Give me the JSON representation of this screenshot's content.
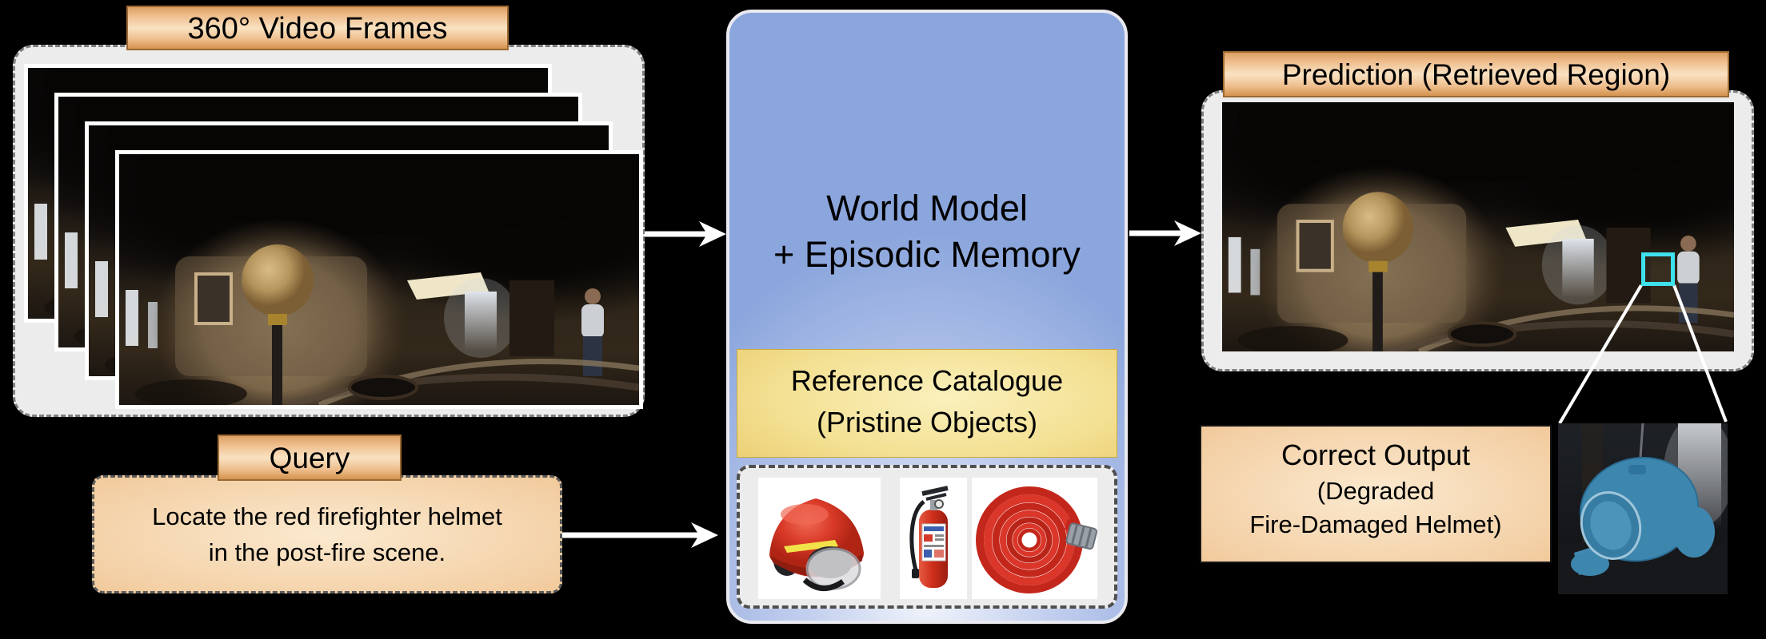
{
  "frames_panel": {
    "label": "360° Video Frames",
    "frame_count": 4,
    "scene": "post-fire burnt room 360-degree panorama"
  },
  "query": {
    "label": "Query",
    "lines": [
      "Locate the red firefighter helmet",
      "in the post-fire scene."
    ]
  },
  "world_model": {
    "lines": [
      "World Model",
      "+ Episodic Memory"
    ]
  },
  "catalogue": {
    "lines": [
      "Reference Catalogue",
      "(Pristine Objects)"
    ],
    "items": [
      {
        "name": "firefighter-helmet"
      },
      {
        "name": "fire-extinguisher"
      },
      {
        "name": "fire-hose"
      }
    ]
  },
  "prediction": {
    "label": "Prediction (Retrieved Region)"
  },
  "correct_output": {
    "lines": [
      "Correct Output",
      "(Degraded",
      "Fire-Damaged Helmet)"
    ]
  },
  "colors": {
    "label_orange": "#eec28f",
    "content_orange": "#f3cfa4",
    "panel_blue": "#8ba6dd",
    "catalogue_yellow": "#f3e092",
    "panel_gray": "#ececec",
    "highlight_cyan": "#3ee1ec",
    "mask_blue": "#3d87ae"
  }
}
